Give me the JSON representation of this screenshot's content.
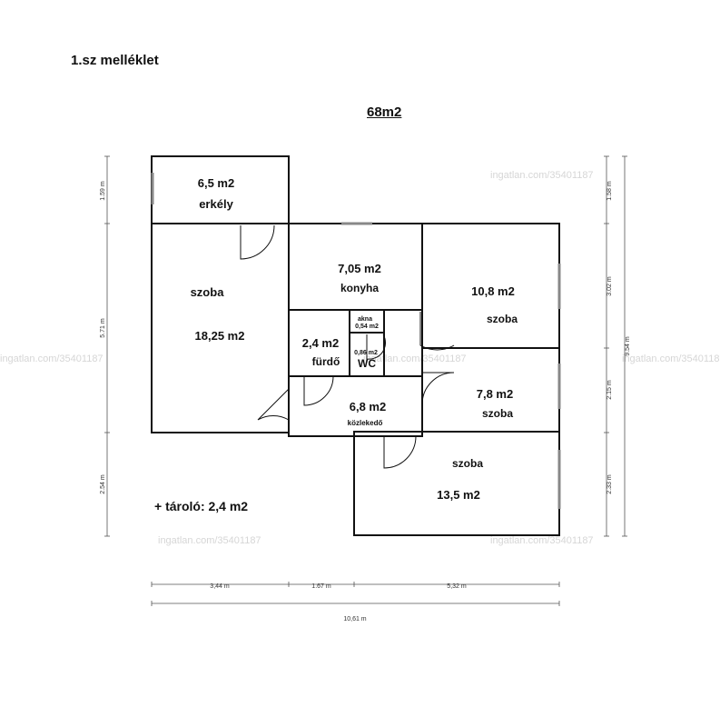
{
  "header": {
    "annex": "1.sz melléklet",
    "area_total": "68m2"
  },
  "rooms": {
    "balcony": {
      "area": "6,5 m2",
      "name": "erkély"
    },
    "room1": {
      "name": "szoba",
      "area": "18,25 m2"
    },
    "kitchen": {
      "area": "7,05 m2",
      "name": "konyha"
    },
    "room2": {
      "area": "10,8 m2",
      "name": "szoba"
    },
    "bath": {
      "area": "2,4 m2",
      "name": "fürdő"
    },
    "shaft": {
      "name": "akna",
      "area": "0,54 m2"
    },
    "wc": {
      "area": "0,86 m2",
      "name": "WC"
    },
    "hall": {
      "area": "6,8 m2",
      "name": "közlekedő"
    },
    "room3": {
      "area": "7,8 m2",
      "name": "szoba"
    },
    "room4": {
      "name": "szoba",
      "area": "13,5 m2"
    }
  },
  "storage": "+ tároló: 2,4 m2",
  "dimensions": {
    "left": [
      "1.59 m",
      "5.71 m",
      "2.54 m"
    ],
    "right": [
      "1.58 m",
      "3.02 m",
      "2.15 m",
      "2.33 m"
    ],
    "right_total": "9.54 m",
    "bottom": [
      "3,44 m",
      "1.67 m",
      "5,32 m"
    ],
    "bottom_total": "10,61 m"
  },
  "watermark": "ingatlan.com/35401187"
}
